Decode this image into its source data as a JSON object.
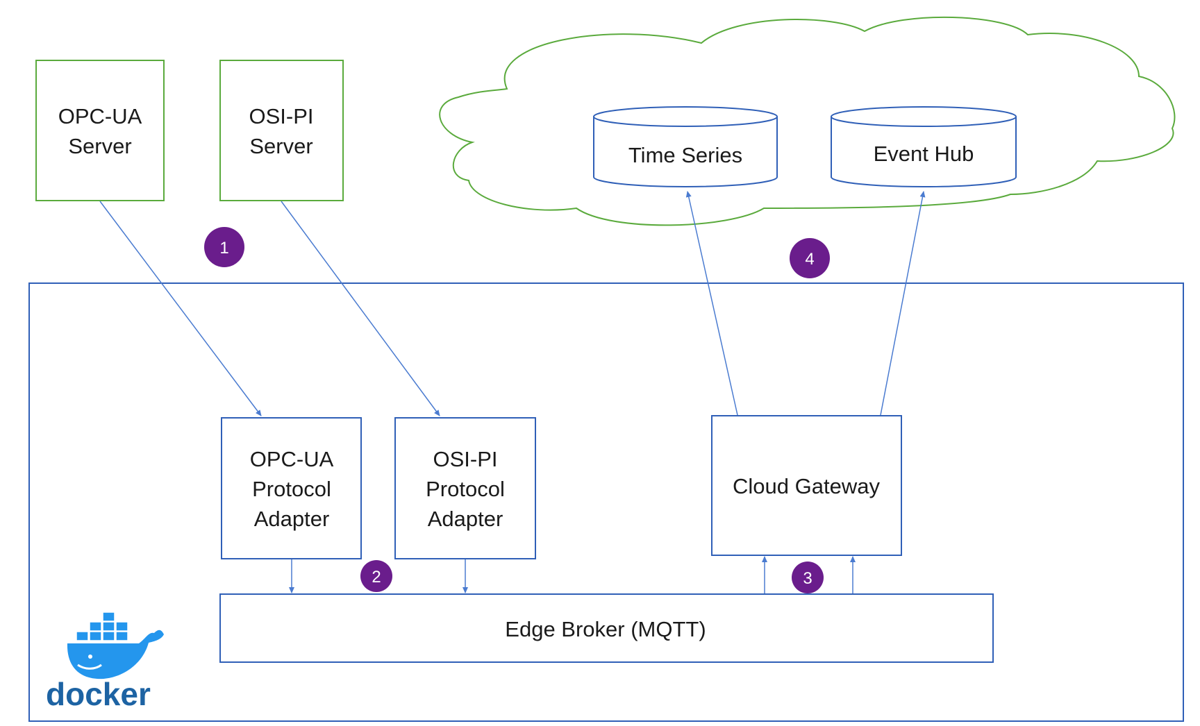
{
  "colors": {
    "external_box": "#5aaa3c",
    "cloud": "#5aaa3c",
    "internal_box": "#2f5fb7",
    "arrow": "#4a7bd0",
    "badge": "#6a1d8c",
    "docker_blue": "#1d63a3",
    "docker_whale": "#2496ed"
  },
  "external_servers": {
    "opcua": {
      "line1": "OPC-UA",
      "line2": "Server"
    },
    "osipi": {
      "line1": "OSI-PI",
      "line2": "Server"
    }
  },
  "cloud": {
    "icon": "cloud-shape",
    "time_series": {
      "label": "Time Series",
      "icon": "database-cylinder-icon"
    },
    "event_hub": {
      "label": "Event Hub",
      "icon": "database-cylinder-icon"
    }
  },
  "adapters": {
    "opcua": {
      "line1": "OPC-UA",
      "line2": "Protocol",
      "line3": "Adapter"
    },
    "osipi": {
      "line1": "OSI-PI",
      "line2": "Protocol",
      "line3": "Adapter"
    }
  },
  "cloud_gateway": {
    "label": "Cloud Gateway"
  },
  "edge_broker": {
    "label": "Edge Broker (MQTT)"
  },
  "badges": {
    "b1": "1",
    "b2": "2",
    "b3": "3",
    "b4": "4"
  },
  "docker": {
    "wordmark": "docker",
    "icon": "docker-whale-icon"
  }
}
